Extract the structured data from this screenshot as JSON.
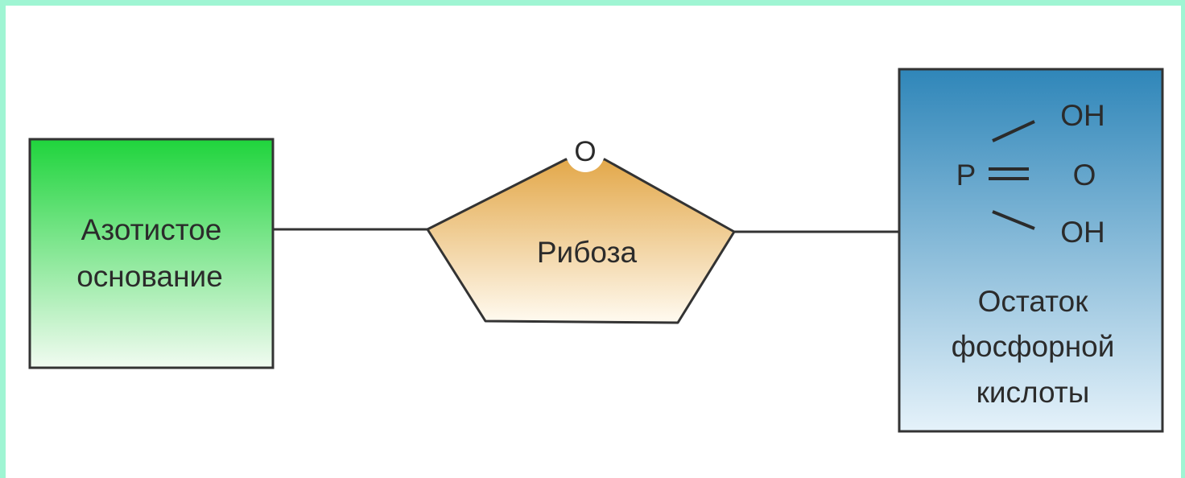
{
  "nodes": {
    "base": {
      "line1": "Азотистое",
      "line2": "основание"
    },
    "ribose": {
      "label": "Рибоза",
      "ring_oxygen": "O"
    },
    "phosphate": {
      "formula": {
        "p": "P",
        "oh_top": "OH",
        "o_mid": "O",
        "oh_bottom": "OH"
      },
      "line1": "Остаток",
      "line2": "фосфорной",
      "line3": "кислоты"
    }
  },
  "colors": {
    "frame": "#9ff5d3",
    "base_fill_top": "#1fd43c",
    "base_fill_bottom": "#f1fbf1",
    "ribose_fill_top": "#e3a84a",
    "ribose_fill_bottom": "#fffaf0",
    "phosphate_fill_top": "#2f86b9",
    "phosphate_fill_bottom": "#e5f2fa",
    "stroke": "#333333"
  }
}
